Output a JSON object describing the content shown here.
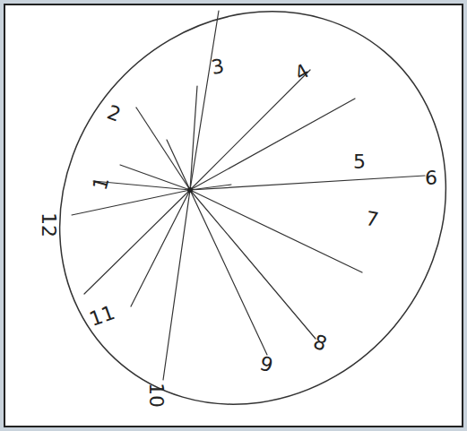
{
  "diagram": {
    "labels": [
      "3",
      "4",
      "2",
      "1",
      "12",
      "5",
      "6",
      "7",
      "8",
      "9",
      "10",
      "11"
    ]
  }
}
